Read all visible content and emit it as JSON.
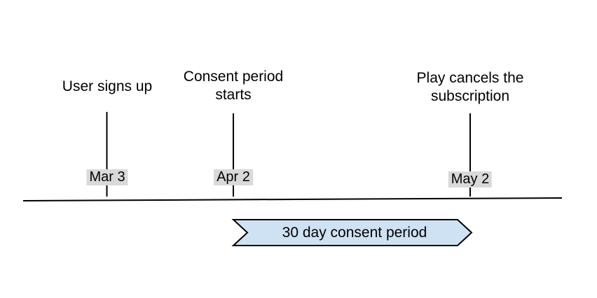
{
  "diagram": {
    "events": [
      {
        "title": "User signs up",
        "date": "Mar 3"
      },
      {
        "title": "Consent period\nstarts",
        "date": "Apr 2"
      },
      {
        "title": "Play cancels the\nsubscription",
        "date": "May 2"
      }
    ],
    "arrow": {
      "label": "30 day consent period"
    },
    "colors": {
      "arrow_fill": "#cfe2f3",
      "arrow_stroke": "#000000",
      "date_label_bg": "#d9d9d9",
      "line": "#000000",
      "text": "#000000",
      "background": "#ffffff"
    }
  }
}
